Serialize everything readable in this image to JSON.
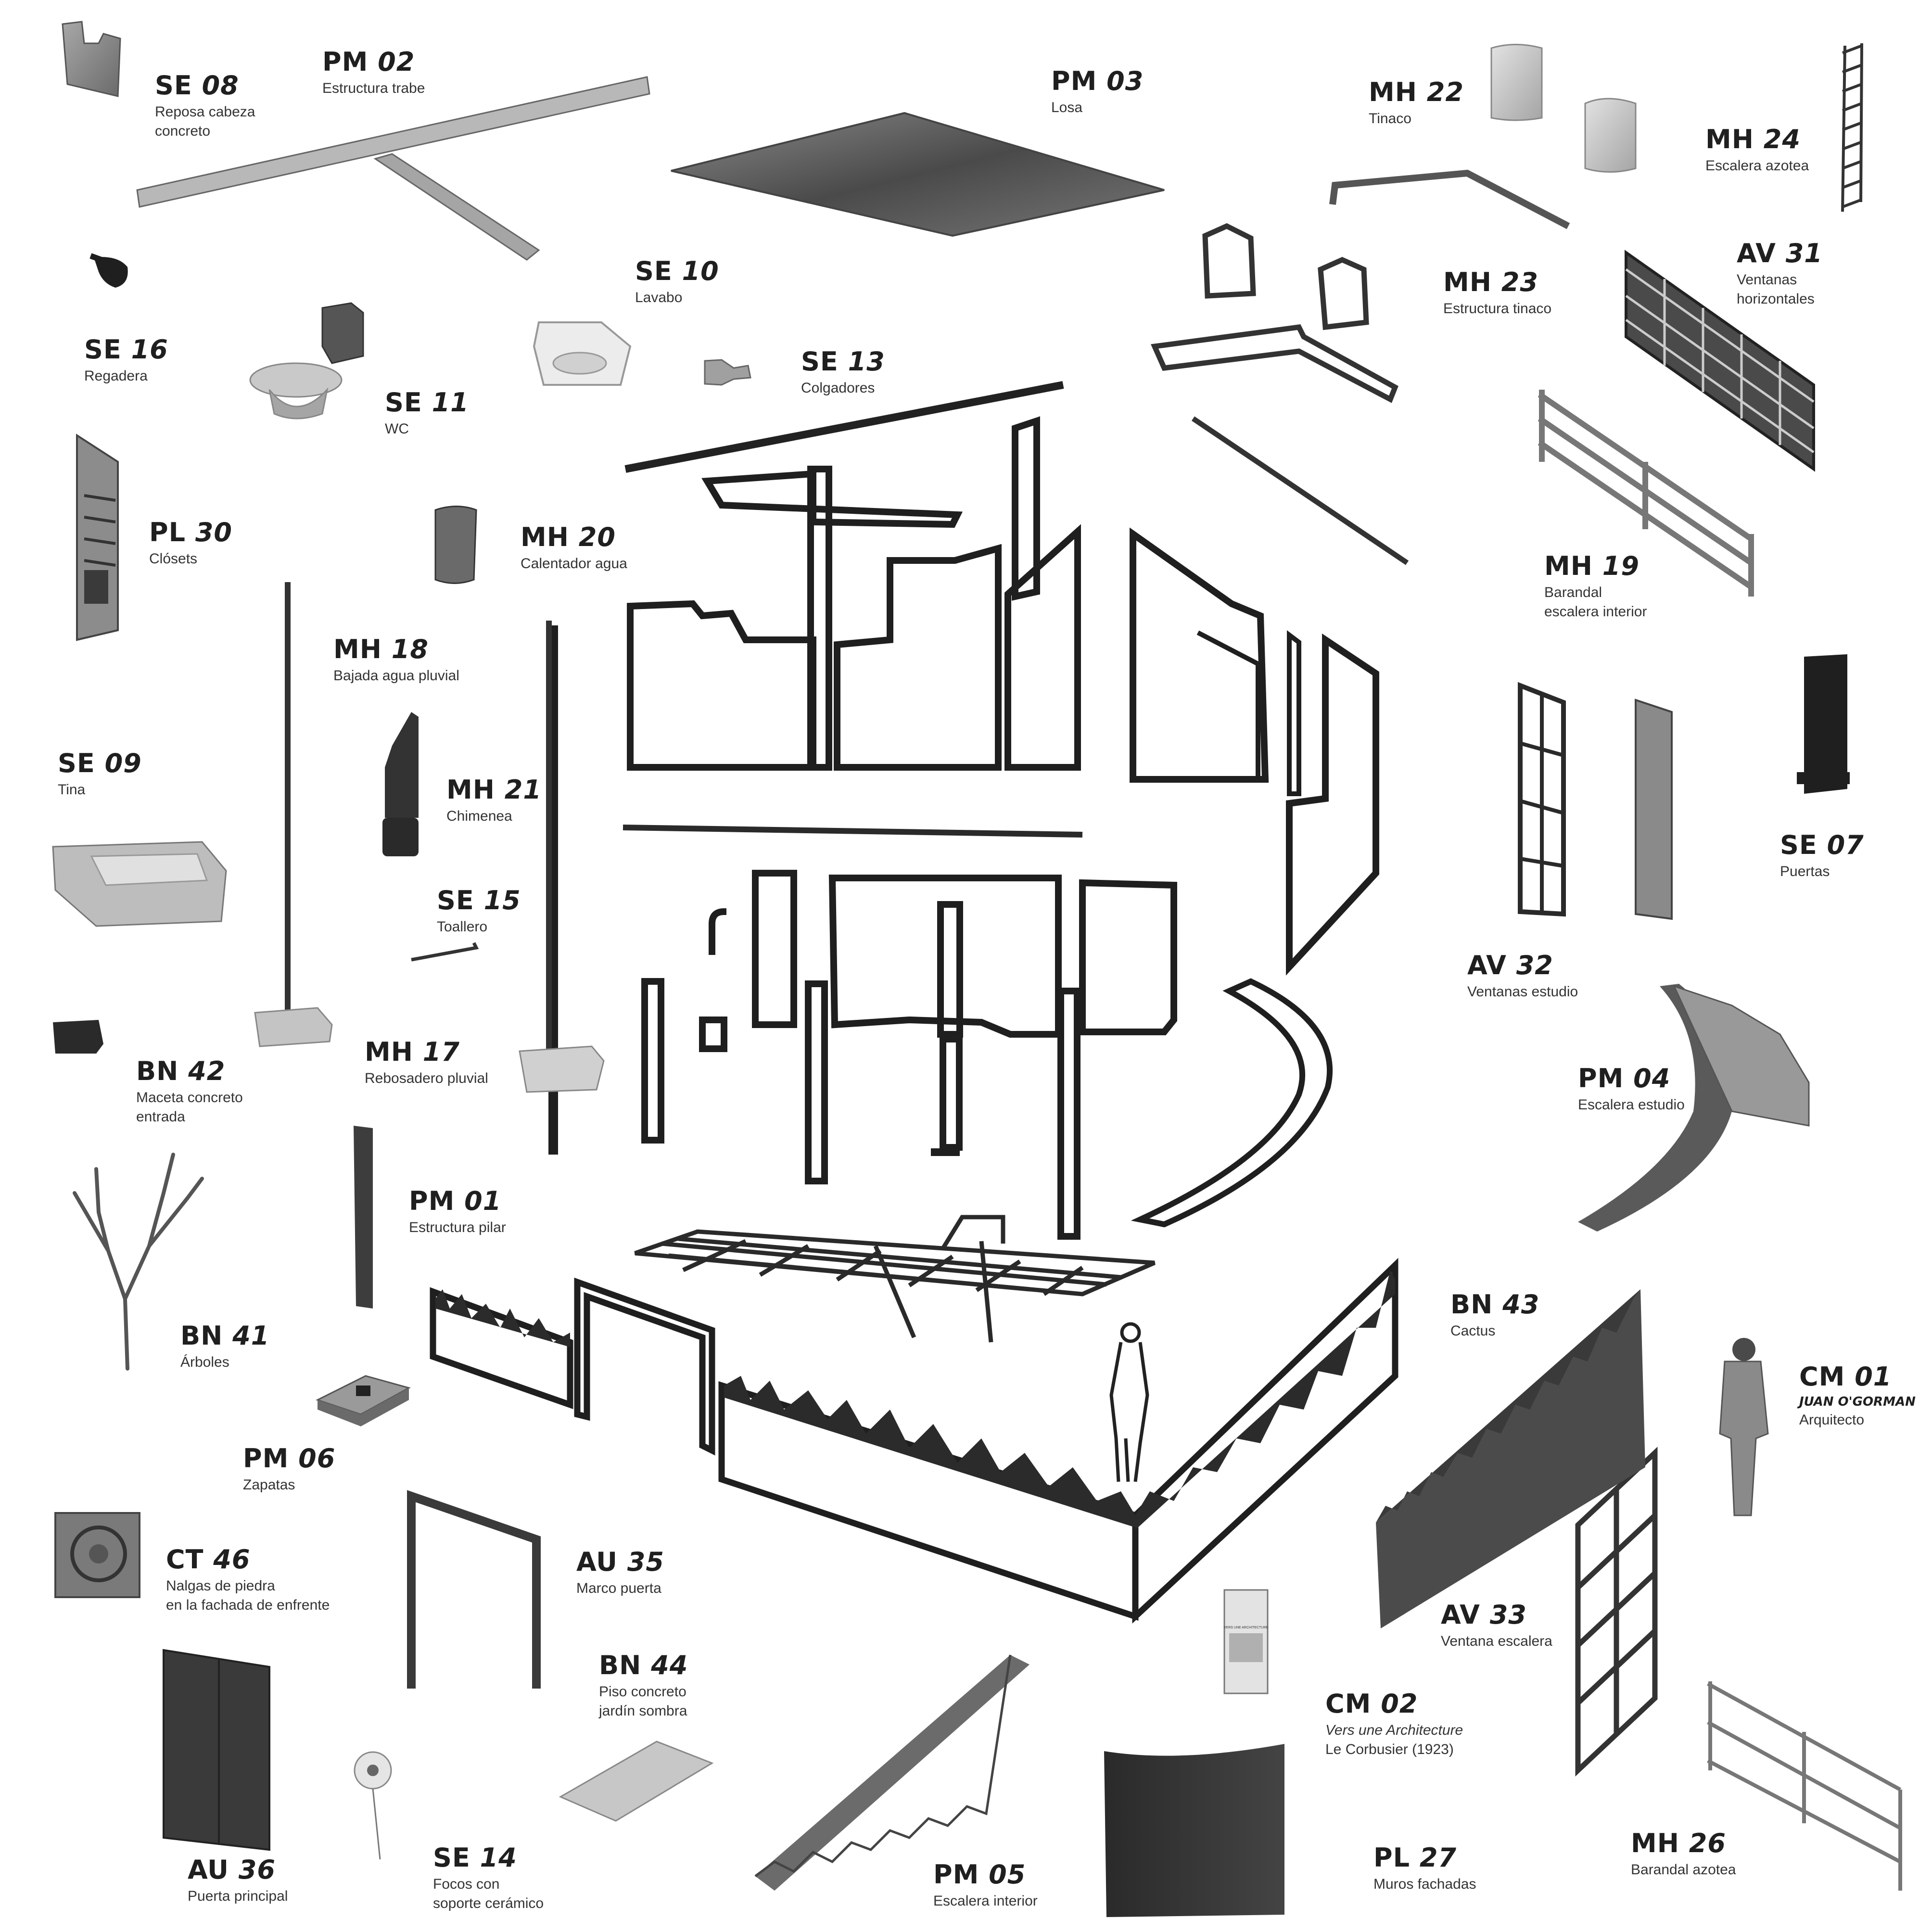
{
  "labels": [
    {
      "id": "se08",
      "code": "SE",
      "num": "08",
      "lines": [
        "Reposa cabeza",
        "concreto"
      ]
    },
    {
      "id": "pm02",
      "code": "PM",
      "num": "02",
      "lines": [
        "Estructura trabe"
      ]
    },
    {
      "id": "pm03",
      "code": "PM",
      "num": "03",
      "lines": [
        "Losa"
      ]
    },
    {
      "id": "mh22",
      "code": "MH",
      "num": "22",
      "lines": [
        "Tinaco"
      ]
    },
    {
      "id": "mh24",
      "code": "MH",
      "num": "24",
      "lines": [
        "Escalera azotea"
      ]
    },
    {
      "id": "se10",
      "code": "SE",
      "num": "10",
      "lines": [
        "Lavabo"
      ]
    },
    {
      "id": "mh23",
      "code": "MH",
      "num": "23",
      "lines": [
        "Estructura tinaco"
      ]
    },
    {
      "id": "av31",
      "code": "AV",
      "num": "31",
      "lines": [
        "Ventanas",
        "horizontales"
      ]
    },
    {
      "id": "se16",
      "code": "SE",
      "num": "16",
      "lines": [
        "Regadera"
      ]
    },
    {
      "id": "se13",
      "code": "SE",
      "num": "13",
      "lines": [
        "Colgadores"
      ]
    },
    {
      "id": "se11",
      "code": "SE",
      "num": "11",
      "lines": [
        "WC"
      ]
    },
    {
      "id": "pl30",
      "code": "PL",
      "num": "30",
      "lines": [
        "Clósets"
      ]
    },
    {
      "id": "mh20",
      "code": "MH",
      "num": "20",
      "lines": [
        "Calentador agua"
      ]
    },
    {
      "id": "mh19",
      "code": "MH",
      "num": "19",
      "lines": [
        "Barandal",
        "escalera interior"
      ]
    },
    {
      "id": "mh18",
      "code": "MH",
      "num": "18",
      "lines": [
        "Bajada agua pluvial"
      ]
    },
    {
      "id": "se09",
      "code": "SE",
      "num": "09",
      "lines": [
        "Tina"
      ]
    },
    {
      "id": "mh21",
      "code": "MH",
      "num": "21",
      "lines": [
        "Chimenea"
      ]
    },
    {
      "id": "se07",
      "code": "SE",
      "num": "07",
      "lines": [
        "Puertas"
      ]
    },
    {
      "id": "se15",
      "code": "SE",
      "num": "15",
      "lines": [
        "Toallero"
      ]
    },
    {
      "id": "av32",
      "code": "AV",
      "num": "32",
      "lines": [
        "Ventanas estudio"
      ]
    },
    {
      "id": "mh17",
      "code": "MH",
      "num": "17",
      "lines": [
        "Rebosadero pluvial"
      ]
    },
    {
      "id": "bn42",
      "code": "BN",
      "num": "42",
      "lines": [
        "Maceta concreto",
        "entrada"
      ]
    },
    {
      "id": "pm04",
      "code": "PM",
      "num": "04",
      "lines": [
        "Escalera estudio"
      ]
    },
    {
      "id": "pm01",
      "code": "PM",
      "num": "01",
      "lines": [
        "Estructura pilar"
      ]
    },
    {
      "id": "bn43",
      "code": "BN",
      "num": "43",
      "lines": [
        "Cactus"
      ]
    },
    {
      "id": "bn41",
      "code": "BN",
      "num": "41",
      "lines": [
        "Árboles"
      ]
    },
    {
      "id": "cm01",
      "code": "CM",
      "num": "01",
      "sub": "JUAN O'GORMAN",
      "lines": [
        "Arquitecto"
      ]
    },
    {
      "id": "pm06",
      "code": "PM",
      "num": "06",
      "lines": [
        "Zapatas"
      ]
    },
    {
      "id": "ct46",
      "code": "CT",
      "num": "46",
      "lines": [
        "Nalgas de piedra",
        "en la fachada de enfrente"
      ]
    },
    {
      "id": "au35",
      "code": "AU",
      "num": "35",
      "lines": [
        "Marco puerta"
      ]
    },
    {
      "id": "av33",
      "code": "AV",
      "num": "33",
      "lines": [
        "Ventana escalera"
      ]
    },
    {
      "id": "bn44",
      "code": "BN",
      "num": "44",
      "lines": [
        "Piso concreto",
        "jardín sombra"
      ]
    },
    {
      "id": "cm02",
      "code": "CM",
      "num": "02",
      "lines": [
        "Vers une Architecture",
        "Le Corbusier (1923)"
      ]
    },
    {
      "id": "mh26",
      "code": "MH",
      "num": "26",
      "lines": [
        "Barandal azotea"
      ]
    },
    {
      "id": "au36",
      "code": "AU",
      "num": "36",
      "lines": [
        "Puerta principal"
      ]
    },
    {
      "id": "se14",
      "code": "SE",
      "num": "14",
      "lines": [
        "Focos con",
        "soporte cerámico"
      ]
    },
    {
      "id": "pm05",
      "code": "PM",
      "num": "05",
      "lines": [
        "Escalera interior"
      ]
    },
    {
      "id": "pl27",
      "code": "PL",
      "num": "27",
      "lines": [
        "Muros fachadas"
      ]
    }
  ],
  "book_title": "VERS UNE ARCHITECTURE"
}
